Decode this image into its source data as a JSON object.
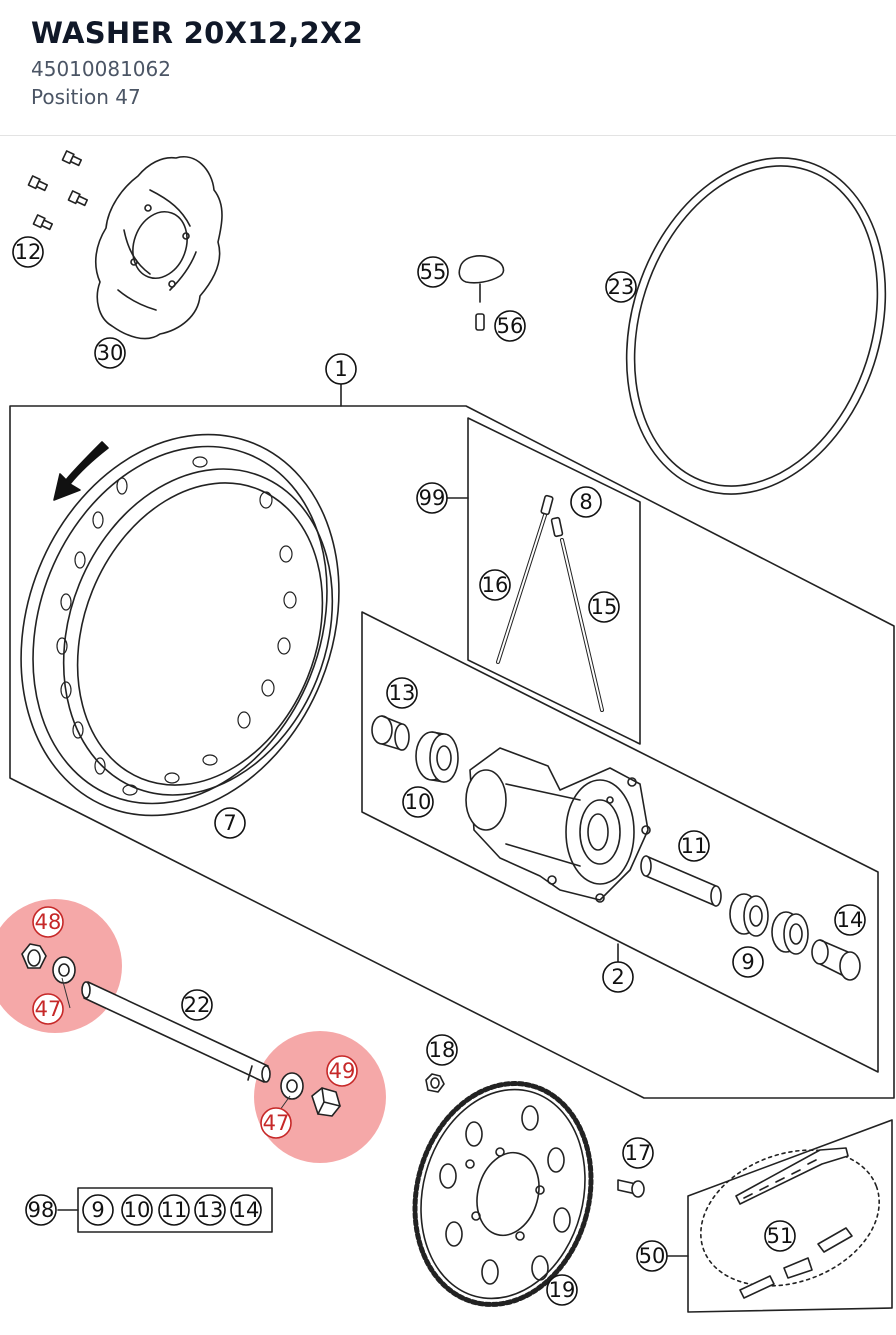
{
  "header": {
    "title": "WASHER 20X12,2X2",
    "part_number": "45010081062",
    "position": "Position 47"
  },
  "colors": {
    "highlight": "#f28b8b",
    "highlight_text": "#c62828",
    "line": "#222222"
  },
  "labels": {
    "p1": "1",
    "p2": "2",
    "p7": "7",
    "p8": "8",
    "p9": "9",
    "p10": "10",
    "p11": "11",
    "p12": "12",
    "p13": "13",
    "p14": "14",
    "p15": "15",
    "p16": "16",
    "p17": "17",
    "p18": "18",
    "p19": "19",
    "p22": "22",
    "p23": "23",
    "p30": "30",
    "p47a": "47",
    "p47b": "47",
    "p48": "48",
    "p49": "49",
    "p50": "50",
    "p51": "51",
    "p55": "55",
    "p56": "56",
    "p98": "98",
    "p99": "99",
    "kit": [
      "9",
      "10",
      "11",
      "13",
      "14"
    ]
  }
}
